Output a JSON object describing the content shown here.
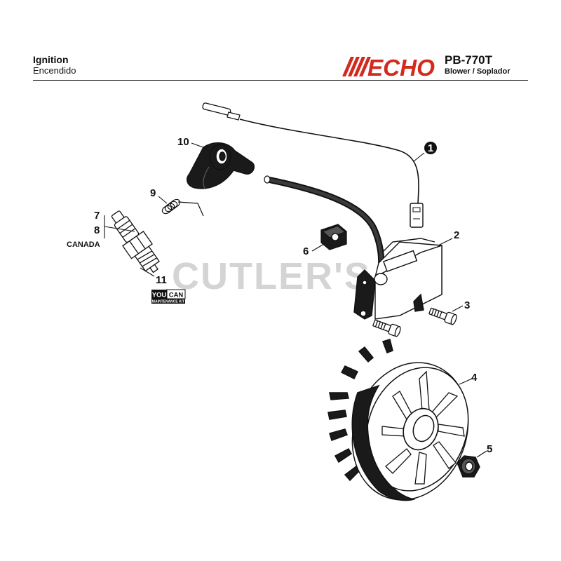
{
  "header": {
    "title": "Ignition",
    "subtitle": "Encendido",
    "brand": "ECHO",
    "model": "PB-770T",
    "product": "Blower / Soplador"
  },
  "watermark": "CUTLER'S",
  "callouts": {
    "c1": "1",
    "c2": "2",
    "c3": "3",
    "c4": "4",
    "c5": "5",
    "c6": "6",
    "c7": "7",
    "c8": "8",
    "c9": "9",
    "c10": "10",
    "c11": "11"
  },
  "region_note": "CANADA",
  "kit_badge": {
    "line1a": "YOU",
    "line1b": "CAN",
    "line2": "MAINTENANCE KIT"
  },
  "colors": {
    "brand_red": "#d22a1e",
    "ink": "#111111",
    "watermark": "#d4d4d4"
  }
}
